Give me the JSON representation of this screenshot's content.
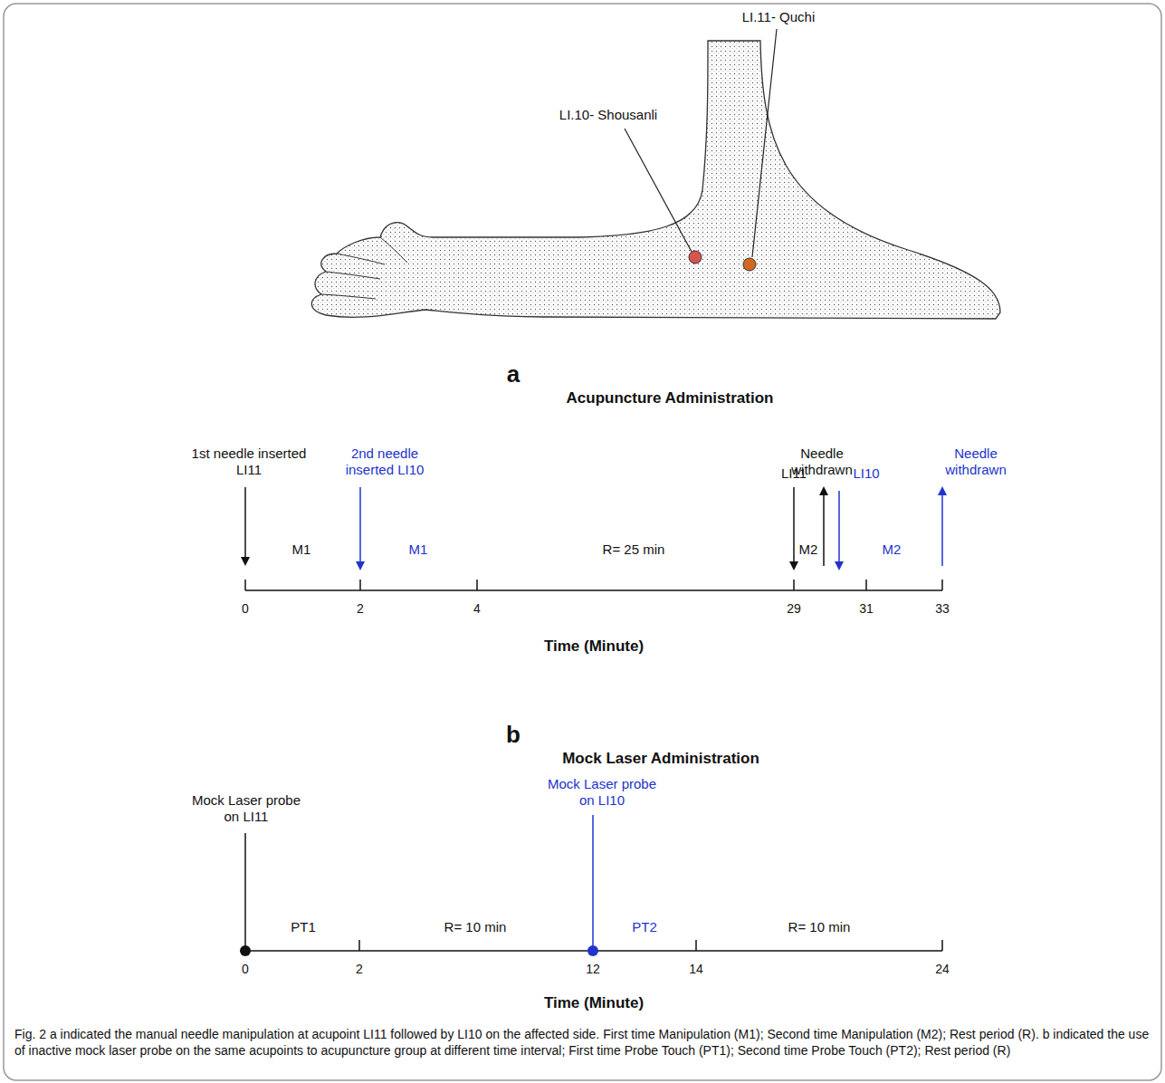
{
  "diagram": {
    "caption": "Fig. 2 a indicated the manual needle manipulation at acupoint LI11 followed by LI10 on the affected side. First time Manipulation (M1); Second time Manipulation (M2); Rest period (R). b indicated the use of inactive mock laser probe on the same acupoints to acupuncture group at different time interval; First time Probe Touch (PT1); Second time Probe Touch (PT2); Rest period (R)",
    "labels": [
      "LI.11- Quchi",
      "LI.10- Shousanli",
      "a",
      "Acupuncture Administration",
      "1st needle inserted LI11",
      "2nd needle inserted LI10",
      "LI11",
      "Needle withdrawn",
      "LI10",
      "Needle withdrawn",
      "M1",
      "M1",
      "R= 25 min",
      "M2",
      "M2",
      "0",
      "2",
      "4",
      "29",
      "31",
      "33",
      "Time (Minute)",
      "b",
      "Mock Laser Administration",
      "Mock Laser probe on LI11",
      "Mock Laser probe on LI10",
      "PT1",
      "R= 10 min",
      "PT2",
      "R= 10 min",
      "0",
      "2",
      "12",
      "14",
      "24",
      "Time (Minute)"
    ]
  }
}
